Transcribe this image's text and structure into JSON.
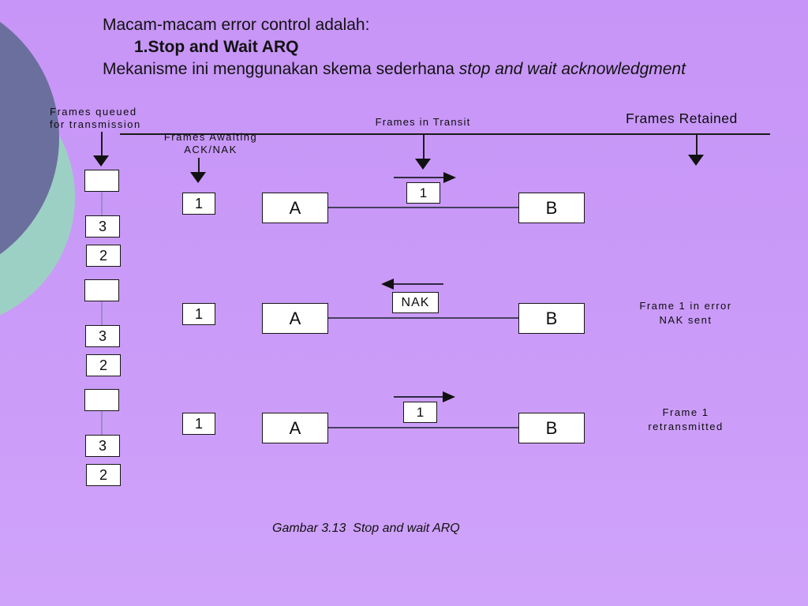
{
  "slide": {
    "title": {
      "line1": "Macam-macam error control adalah:",
      "line2": "1.Stop and Wait ARQ",
      "line3_regular": "Mekanisme ini menggunakan skema sederhana ",
      "line3_italic": "stop and wait acknowledgment"
    },
    "caption": "Gambar 3.13  Stop and wait ARQ"
  },
  "diagram": {
    "header": {
      "queued_line1": "Frames queued",
      "queued_line2": "for transmission",
      "awaiting_line1": "Frames Awaiting",
      "awaiting_line2": "ACK/NAK",
      "transit": "Frames in Transit",
      "retained": "Frames Retained"
    },
    "queue_groups": [
      [
        "",
        "3",
        "2"
      ],
      [
        "",
        "3",
        "2"
      ],
      [
        "",
        "3",
        "2"
      ]
    ],
    "rows": [
      {
        "awaiting": "1",
        "endpoint_a": "A",
        "endpoint_b": "B",
        "transit_label": "1",
        "direction": "right",
        "note_line1": "",
        "note_line2": ""
      },
      {
        "awaiting": "1",
        "endpoint_a": "A",
        "endpoint_b": "B",
        "transit_label": "NAK",
        "direction": "left",
        "note_line1": "Frame 1 in error",
        "note_line2": "NAK sent"
      },
      {
        "awaiting": "1",
        "endpoint_a": "A",
        "endpoint_b": "B",
        "transit_label": "1",
        "direction": "right",
        "note_line1": "Frame 1",
        "note_line2": "retransmitted"
      }
    ]
  },
  "colors": {
    "background": "#c99bf8",
    "circle_dark": "#6b6f9e",
    "circle_teal": "#9dd0c4",
    "box_fill": "#ffffff",
    "line": "#1a1a1a"
  }
}
